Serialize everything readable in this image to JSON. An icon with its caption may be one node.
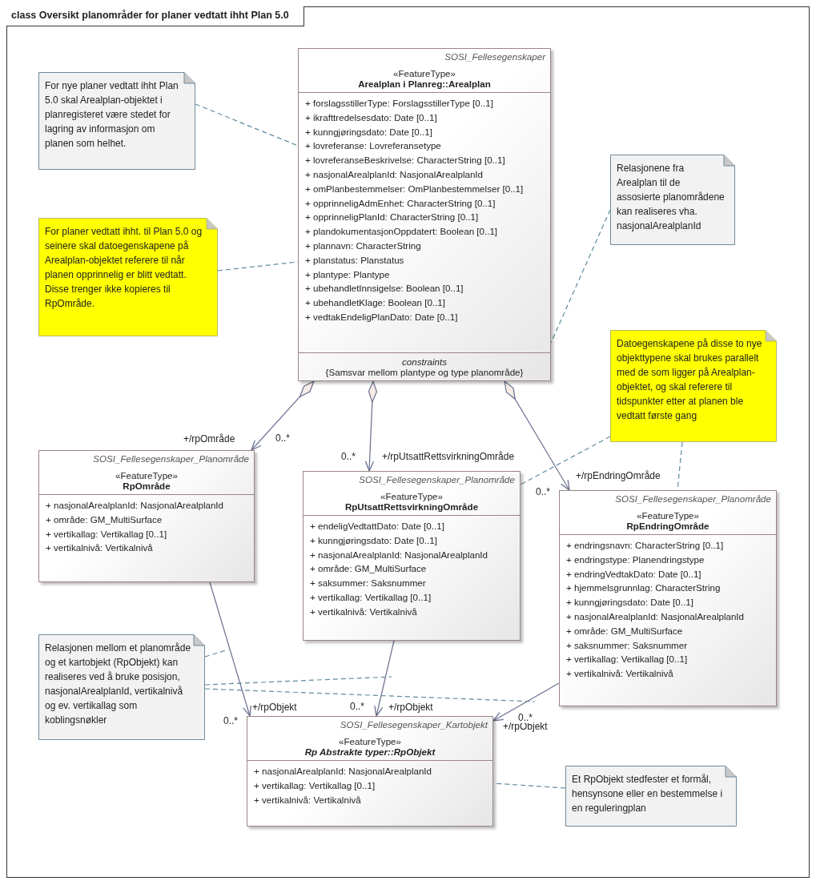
{
  "diagram": {
    "title": "class Oversikt planområder for planer vedtatt ihht Plan 5.0",
    "nodes": [
      {
        "text": [
          "SOSI_Fellesegenskaper",
          "«FeatureType»",
          "Arealplan i Planreg::Arealplan",
          "+ forslagsstillerType: ForslagsstillerType [0..1]",
          "+ ikrafttredelsesdato: Date [0..1]",
          "+ kunngjøringsdato: Date [0..1]",
          "+ lovreferanse: Lovreferansetype",
          "+ lovreferanseBeskrivelse: CharacterString [0..1]",
          "+ nasjonalArealplanId: NasjonalArealplanId",
          "+ omPlanbestemmelser: OmPlanbestemmelser [0..1]",
          "+ opprinneligAdmEnhet: CharacterString [0..1]",
          "+ opprinneligPlanId: CharacterString [0..1]",
          "+ plandokumentasjonOppdatert: Boolean [0..1]",
          "+ plannavn: CharacterString",
          "+ planstatus: Planstatus",
          "+ plantype: Plantype",
          "+ ubehandletInnsigelse: Boolean [0..1]",
          "+ ubehandletKlage: Boolean [0..1]",
          "+ vedtakEndeligPlanDato: Date [0..1]",
          "constraints",
          "{Samsvar mellom plantype og type planområde}"
        ]
      },
      {
        "text": [
          "For nye planer vedtatt ihht Plan 5.0 skal Arealplan-objektet i planregisteret være stedet for lagring av informasjon om planen som helhet."
        ]
      },
      {
        "text": [
          "For planer vedtatt ihht. til Plan 5.0 og seinere skal datoegenskapene på Arealplan-objektet referere til når planen opprinnelig er blitt vedtatt. Disse trenger ikke kopieres til RpOmråde."
        ]
      },
      {
        "text": [
          "Relasjonene fra Arealplan til de assosierte planområdene kan realiseres vha. nasjonalArealplanId"
        ]
      },
      {
        "text": [
          "Datoegenskapene på disse to nye objekttypene skal brukes parallelt med de som ligger på Arealplan-objektet, og skal referere til tidspunkter etter at planen ble vedtatt første gang"
        ]
      },
      {
        "text": [
          "SOSI_Fellesegenskaper_Planområde",
          "«FeatureType»",
          "RpOmråde",
          "+ nasjonalArealplanId: NasjonalArealplanId",
          "+ område: GM_MultiSurface",
          "+ vertikallag: Vertikallag [0..1]",
          "+ vertikalnivå: Vertikalnivå"
        ]
      },
      {
        "text": [
          "SOSI_Fellesegenskaper_Planområde",
          "«FeatureType»",
          "RpUtsattRettsvirkningOmråde",
          "+ endeligVedtattDato: Date [0..1]",
          "+ kunngjøringsdato: Date [0..1]",
          "+ nasjonalArealplanId: NasjonalArealplanId",
          "+ område: GM_MultiSurface",
          "+ saksummer: Saksnummer",
          "+ vertikallag: Vertikallag [0..1]",
          "+ vertikalnivå: Vertikalnivå"
        ]
      },
      {
        "text": [
          "SOSI_Fellesegenskaper_Planområde",
          "«FeatureType»",
          "RpEndringOmråde",
          "+ endringsnavn: CharacterString [0..1]",
          "+ endringstype: Planendringstype",
          "+ endringVedtakDato: Date [0..1]",
          "+ hjemmelsgrunnlag: CharacterString",
          "+ kunngjøringsdato: Date [0..1]",
          "+ nasjonalArealplanId: NasjonalArealplanId",
          "+ område: GM_MultiSurface",
          "+ saksnummer: Saksnummer",
          "+ vertikallag: Vertikallag [0..1]",
          "+ vertikalnivå: Vertikalnivå"
        ]
      },
      {
        "text": [
          "Relasjonen mellom et planområde og et kartobjekt (RpObjekt) kan realiseres ved å bruke posisjon, nasjonalArealplanId, vertikalnivå og ev. vertikallag som koblingsnøkler"
        ]
      },
      {
        "text": [
          "SOSI_Fellesegenskaper_Kartobjekt",
          "«FeatureType»",
          "Rp Abstrakte typer::RpObjekt",
          "+ nasjonalArealplanId: NasjonalArealplanId",
          "+ vertikallag: Vertikallag [0..1]",
          "+ vertikalnivå: Vertikalnivå"
        ]
      },
      {
        "text": [
          "Et RpObjekt stedfester et formål, hensynsone eller en bestemmelse i en reguleringplan"
        ]
      }
    ],
    "edges": [
      {
        "from": 0,
        "to": 5,
        "arrow": "to",
        "label": "+/rpOmråde"
      },
      {
        "from": 0,
        "to": 6,
        "arrow": "to",
        "label": "+/rpUtsattRettsvirkningOmråde"
      },
      {
        "from": 0,
        "to": 7,
        "arrow": "to",
        "label": "+/rpEndringOmråde"
      },
      {
        "from": 5,
        "to": 9,
        "arrow": "to",
        "label": "+/rpObjekt"
      },
      {
        "from": 6,
        "to": 9,
        "arrow": "to",
        "label": "+/rpObjekt"
      },
      {
        "from": 7,
        "to": 9,
        "arrow": "to",
        "label": "+/rpObjekt"
      },
      {
        "from": 1,
        "to": 0,
        "arrow": "none",
        "style": "dashed",
        "color": "#5f8a9e"
      },
      {
        "from": 2,
        "to": 0,
        "arrow": "none",
        "style": "dashed",
        "color": "#5f8a9e"
      },
      {
        "from": 3,
        "to": 0,
        "arrow": "none",
        "style": "dashed",
        "color": "#5f8a9e"
      },
      {
        "from": 4,
        "to": 6,
        "arrow": "none",
        "style": "dashed",
        "color": "#5f8a9e"
      },
      {
        "from": 4,
        "to": 7,
        "arrow": "none",
        "style": "dashed",
        "color": "#5f8a9e"
      },
      {
        "from": 8,
        "to": null,
        "arrow": "none",
        "style": "dashed",
        "color": "#5f8a9e"
      },
      {
        "from": 8,
        "to": null,
        "arrow": "none",
        "style": "dashed",
        "color": "#5f8a9e"
      },
      {
        "from": 8,
        "to": null,
        "arrow": "none",
        "style": "dashed",
        "color": "#5f8a9e"
      },
      {
        "from": 10,
        "to": 9,
        "arrow": "none",
        "style": "dashed",
        "color": "#5f8a9e"
      }
    ],
    "labels": [
      "0..*",
      "0..*",
      "0..*",
      "0..*",
      "0..*",
      "0..*"
    ]
  }
}
